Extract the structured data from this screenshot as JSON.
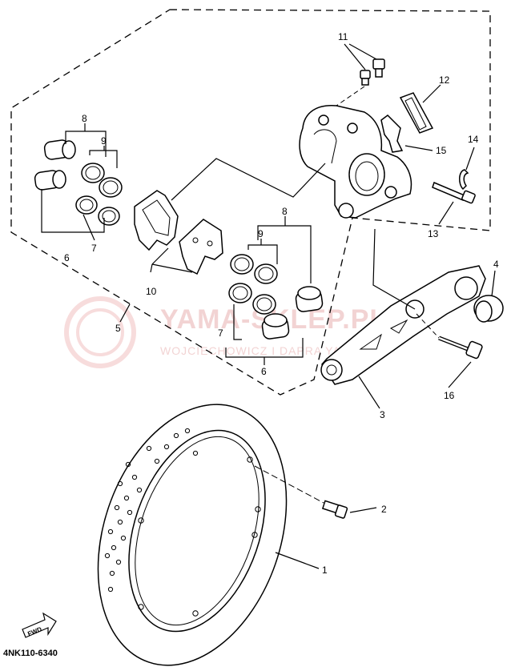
{
  "callouts": {
    "c1": "1",
    "c2": "2",
    "c3": "3",
    "c4": "4",
    "c5": "5",
    "c6a": "6",
    "c6b": "6",
    "c7a": "7",
    "c7b": "7",
    "c8a": "8",
    "c8b": "8",
    "c9a": "9",
    "c9b": "9",
    "c10": "10",
    "c11": "11",
    "c12": "12",
    "c13": "13",
    "c14": "14",
    "c15": "15",
    "c16": "16"
  },
  "diagram_code": "4NK110-6340",
  "fwd_label": "FWD",
  "watermark": {
    "brand": "YAMA-SKLEP.PL",
    "subtitle": "WOJCIECHOWICZ I DAPRA YAMAHA"
  }
}
